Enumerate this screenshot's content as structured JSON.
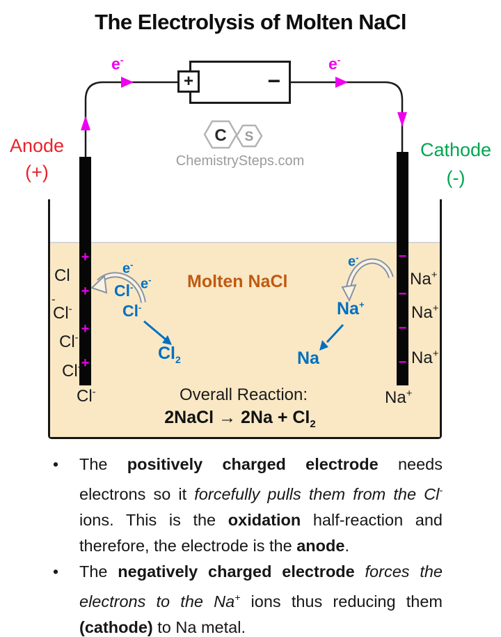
{
  "title": "The Electrolysis of Molten NaCl",
  "colors": {
    "electron_magenta": "#EE00EE",
    "anode_red": "#E8232A",
    "cathode_green": "#00A651",
    "ion_blue": "#0070C0",
    "molten_orange": "#C05A11",
    "molten_fill": "#FAE8C5"
  },
  "circuit": {
    "left_electron": {
      "base": "e",
      "charge": "-"
    },
    "right_electron": {
      "base": "e",
      "charge": "-"
    },
    "battery": {
      "plus": "+",
      "minus": "−"
    }
  },
  "electrodes": {
    "anode_label": "Anode",
    "anode_sign": "(+)",
    "cathode_label": "Cathode",
    "cathode_sign": "(-)",
    "anode_marks": [
      "+",
      "+",
      "+",
      "+"
    ],
    "cathode_marks": [
      "−",
      "−",
      "−",
      "−"
    ]
  },
  "logo": {
    "c": "C",
    "s": "S",
    "site": "ChemistrySteps.com"
  },
  "solution": {
    "label": "Molten NaCl",
    "overall_label": "Overall Reaction:",
    "overall_equation": [
      {
        "t": "2NaCl → 2Na + Cl"
      },
      {
        "t": "2",
        "sub": true
      }
    ],
    "left_ions": {
      "wrapped_base": "Cl",
      "wrapped_charge": "-",
      "ion2": {
        "base": "Cl",
        "charge": "-"
      },
      "ion3": {
        "base": "Cl",
        "charge": "-"
      },
      "ion4": {
        "base": "Cl",
        "charge": "-"
      },
      "below": {
        "base": "Cl",
        "charge": "-"
      }
    },
    "right_ions": {
      "ion1": {
        "base": "Na",
        "charge": "+"
      },
      "ion2": {
        "base": "Na",
        "charge": "+"
      },
      "ion3": {
        "base": "Na",
        "charge": "+"
      },
      "below": {
        "base": "Na",
        "charge": "+"
      }
    },
    "oxidation": {
      "e1": {
        "base": "e",
        "charge": "-"
      },
      "e2": {
        "base": "e",
        "charge": "-"
      },
      "ion_a": {
        "base": "Cl",
        "charge": "-"
      },
      "ion_b": {
        "base": "Cl",
        "charge": "-"
      },
      "product_base": "Cl",
      "product_sub": "2"
    },
    "reduction": {
      "e": {
        "base": "e",
        "charge": "-"
      },
      "ion": {
        "base": "Na",
        "charge": "+"
      },
      "product": "Na"
    }
  },
  "bullets": [
    {
      "marker": "•",
      "segments": [
        {
          "t": "The "
        },
        {
          "t": "positively charged electrode",
          "b": true
        },
        {
          "t": " needs electrons so it "
        },
        {
          "t": "forcefully pulls them from the Cl",
          "i": true
        },
        {
          "t": "-",
          "i": true,
          "sup": true
        },
        {
          "t": " ions. This is the "
        },
        {
          "t": "oxidation",
          "b": true
        },
        {
          "t": " half-reaction and therefore, the electrode is the "
        },
        {
          "t": "anode",
          "b": true
        },
        {
          "t": "."
        }
      ]
    },
    {
      "marker": "•",
      "segments": [
        {
          "t": "The "
        },
        {
          "t": "negatively charged electrode",
          "b": true
        },
        {
          "t": " "
        },
        {
          "t": "forces the electrons to the Na",
          "i": true
        },
        {
          "t": "+",
          "i": true,
          "sup": true
        },
        {
          "t": " ions thus reducing them "
        },
        {
          "t": "(cathode)",
          "b": true
        },
        {
          "t": " to Na metal."
        }
      ]
    }
  ]
}
